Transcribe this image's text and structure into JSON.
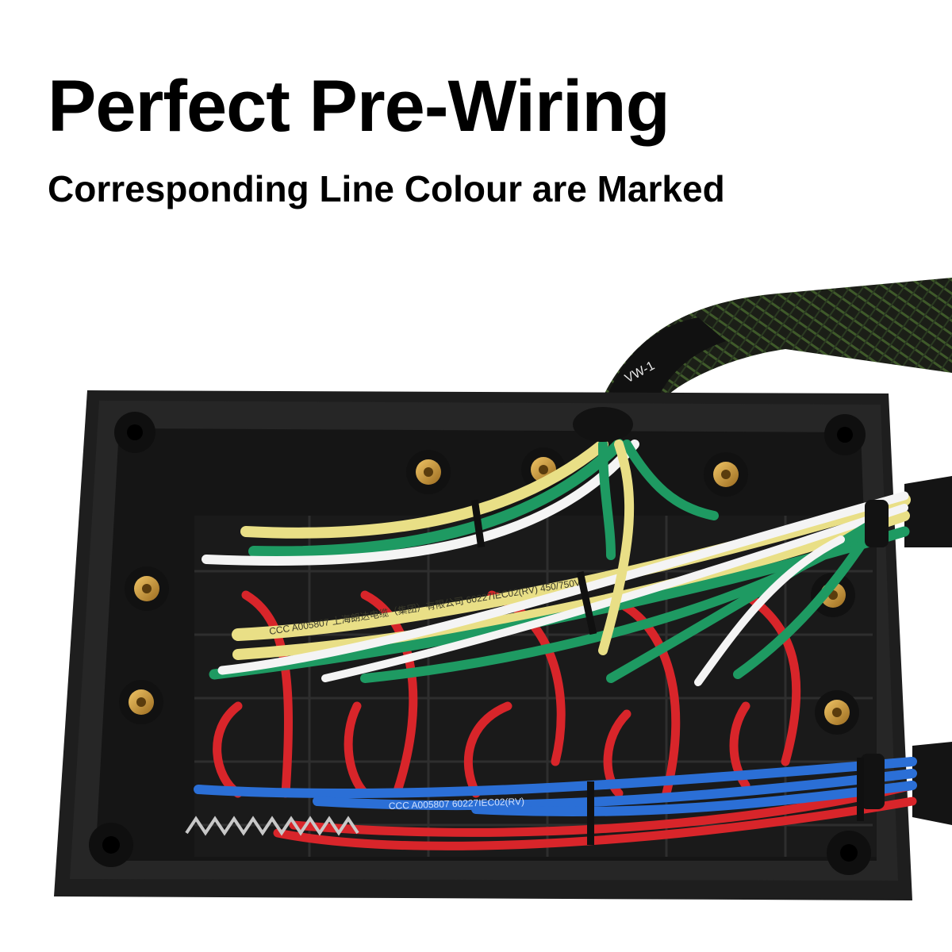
{
  "header": {
    "title": "Perfect Pre-Wiring",
    "subtitle": "Corresponding Line Colour are Marked"
  },
  "photo": {
    "wire_label_1": "CCC  A005807  上海朗达电缆（集团）有限公司  60227IEC02(RV)  450/750V",
    "wire_label_2": "CCC  A005807  60227IEC02(RV)",
    "sleeve_label": "VW-1",
    "colors": {
      "yellow": "#e9df86",
      "green": "#1e9a62",
      "white": "#f4f4f4",
      "red": "#d8252a",
      "blue": "#2b6fd6",
      "housing": "#1c1c1c",
      "brass": "#c99838"
    }
  }
}
